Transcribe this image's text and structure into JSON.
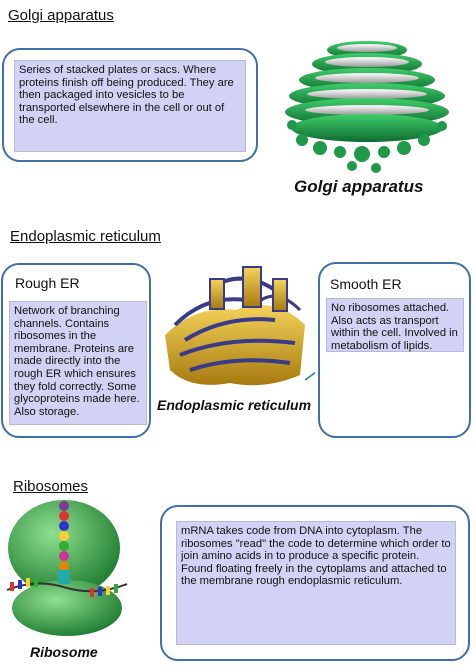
{
  "golgi": {
    "heading": "Golgi apparatus",
    "description": "Series of stacked plates or sacs. Where proteins finish off being produced. They are then packaged into vesicles to be transported elsewhere in the cell or out of the cell.",
    "image_caption": "Golgi apparatus"
  },
  "er": {
    "heading": "Endoplasmic reticulum",
    "rough": {
      "title": "Rough ER",
      "description": "Network of branching channels. Contains ribosomes in the membrane. Proteins are made directly into the rough ER which ensures they fold correctly. Some glycoproteins made here. Also storage."
    },
    "smooth": {
      "title": "Smooth ER",
      "description": "No ribosomes attached. Also acts as transport within the cell. Involved in metabolism of lipids."
    },
    "image_caption": "Endoplasmic reticulum"
  },
  "ribosomes": {
    "heading": "Ribosomes",
    "description": "mRNA takes code from DNA into cytoplasm. The ribosomes \"read\" the code to determine which order to join amino acids in to produce a specific protein. Found floating freely in the cytoplams and attached to the membrane rough endoplasmic reticulum.",
    "image_caption": "Ribosome"
  },
  "colors": {
    "box_border": "#3f6fa8",
    "text_fill": "#d2d2f4",
    "golgi_green": "#1f9a4a",
    "er_gold": "#d6a21c",
    "ribosome_green": "#2ea84a"
  }
}
